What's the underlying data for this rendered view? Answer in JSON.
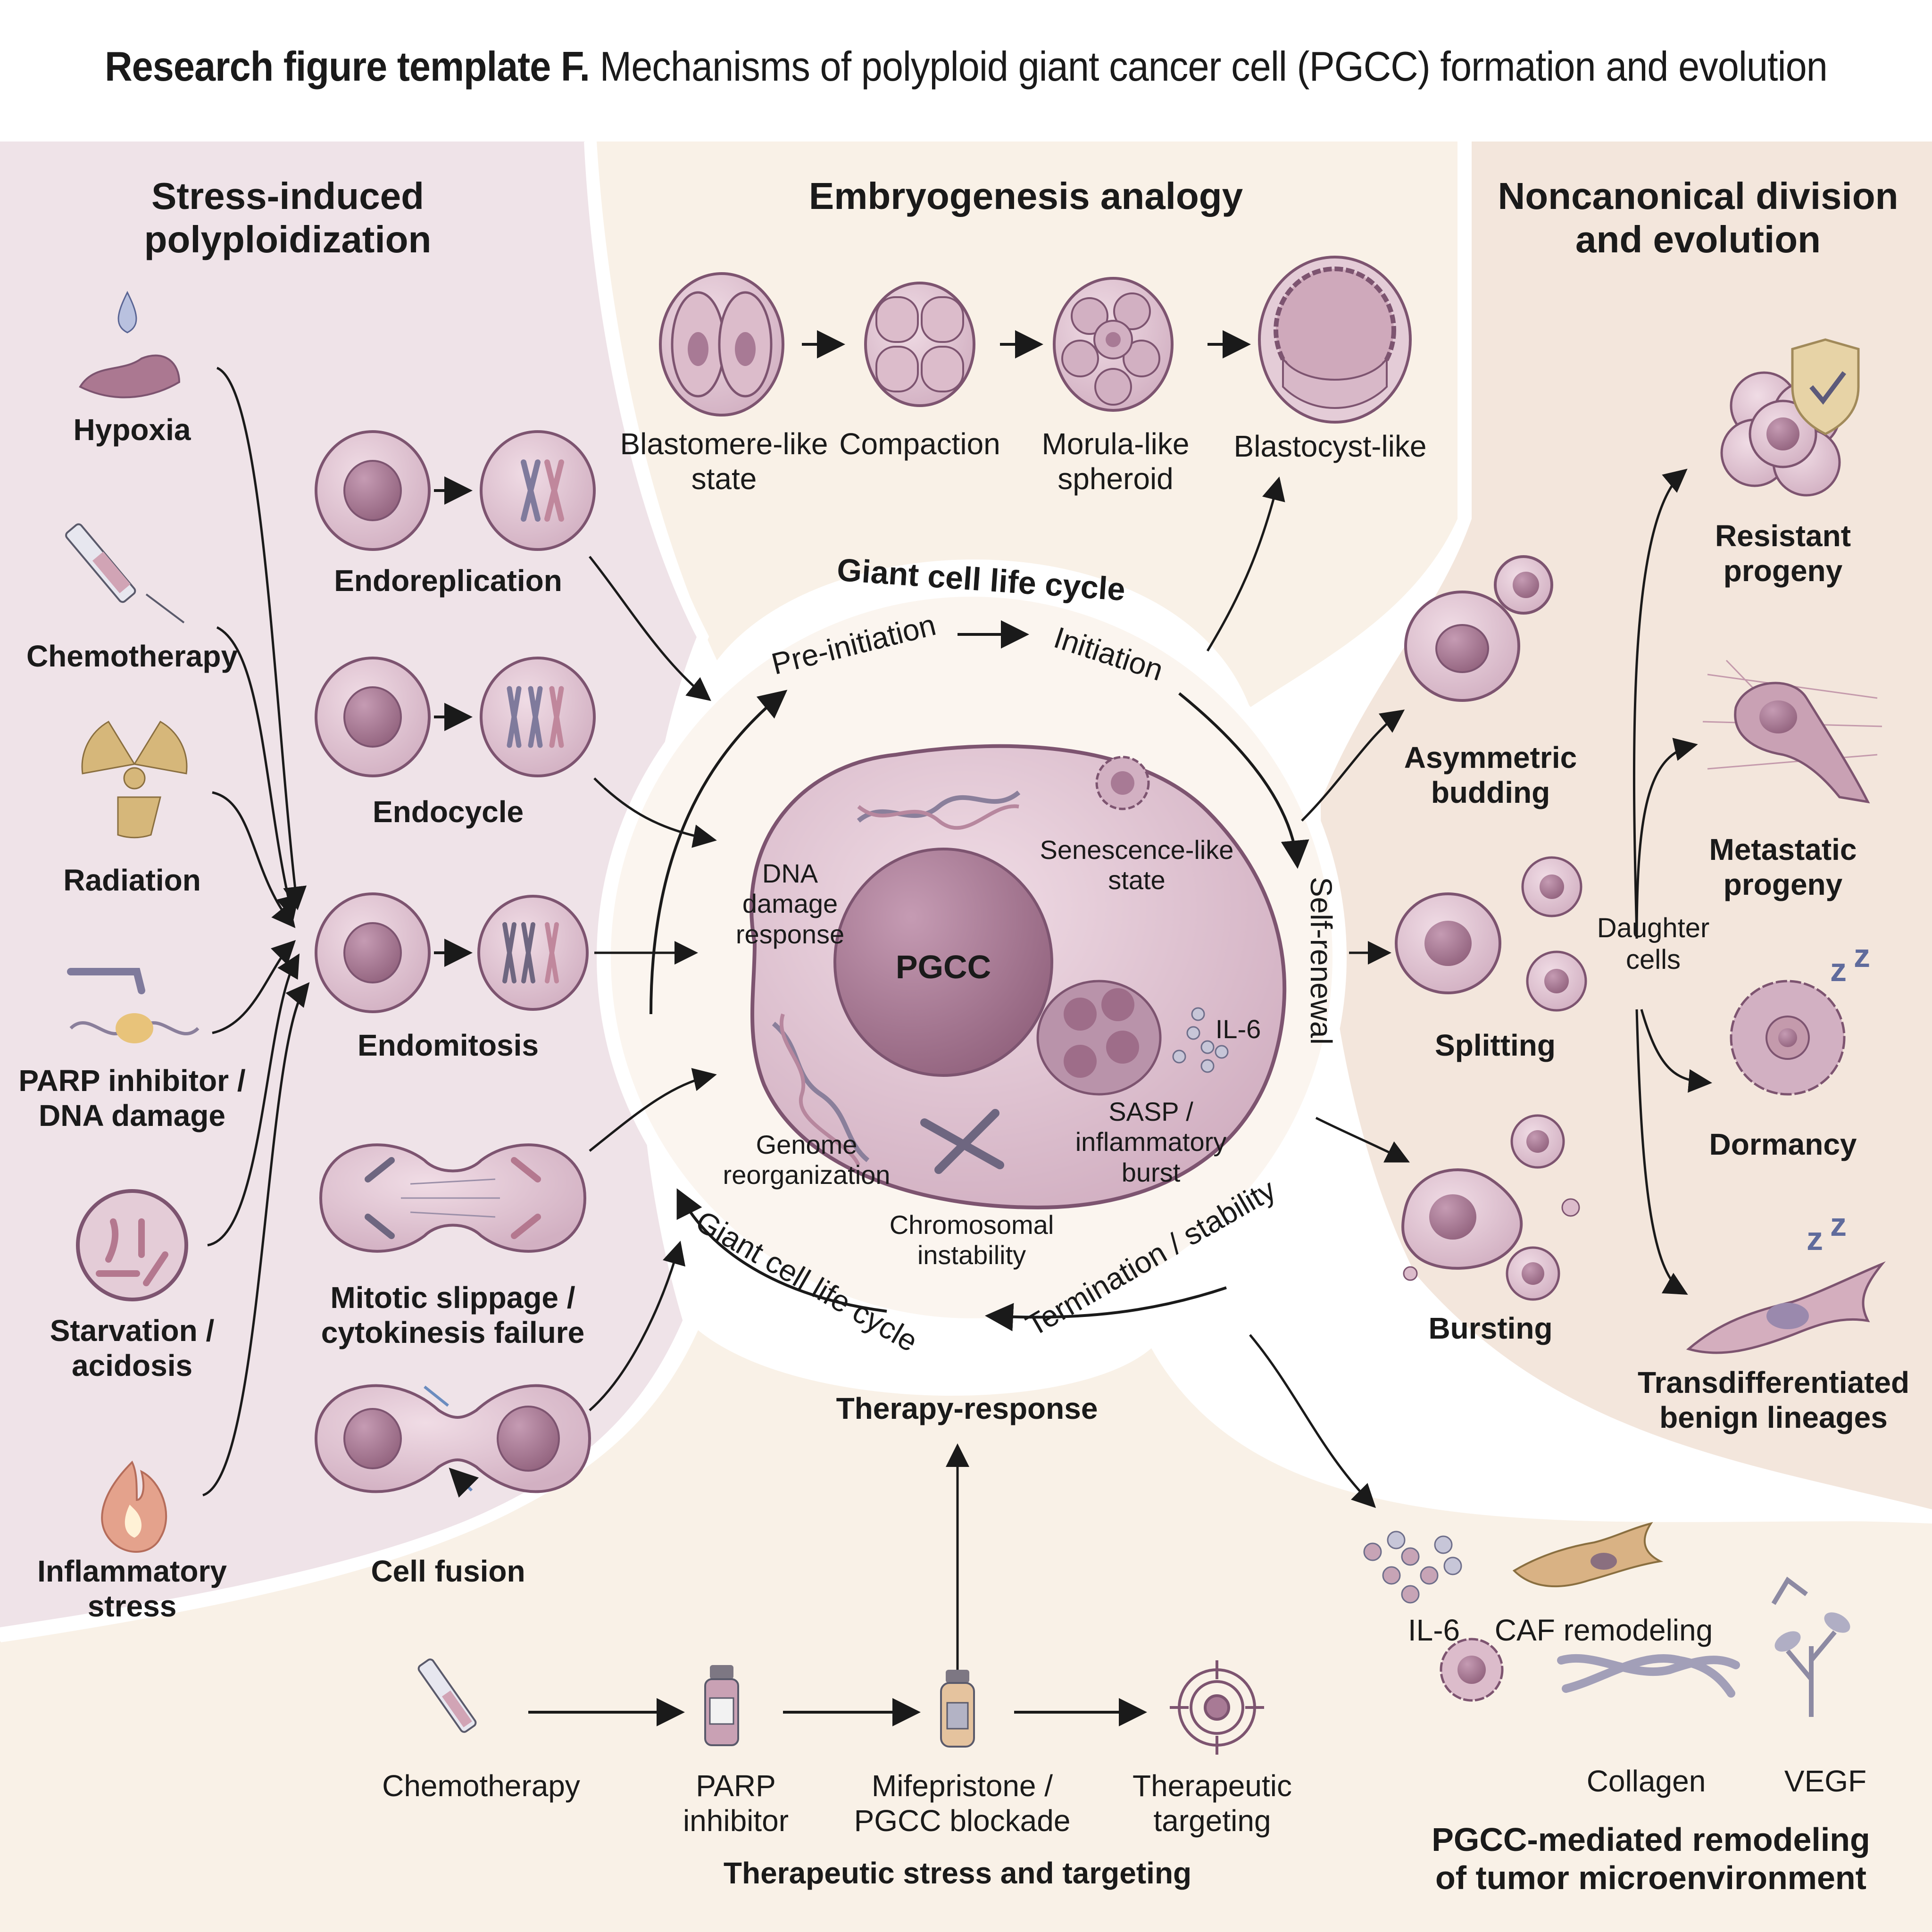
{
  "title": {
    "prefix": "Research figure template F.",
    "text": "Mechanisms of polyploid giant cancer cell (PGCC) formation and evolution"
  },
  "colors": {
    "left_panel": "#efe3e8",
    "center_panel": "#f9f1e7",
    "right_panel": "#f3e6dc",
    "cell_fill": "#dcbccb",
    "nucleus_fill": "#a87a95",
    "cell_stroke": "#7d5470",
    "arrow": "#1a1a1a",
    "chromosome_blue": "#7f7a9c",
    "chromosome_pink": "#c0879c",
    "radiation_gold": "#d6b77a",
    "shield_gold": "#e7d3a6"
  },
  "panels": {
    "stress": {
      "heading": "Stress-induced polyploidization",
      "stressors": [
        {
          "label": "Hypoxia",
          "icon": "water-drop-tissue-icon"
        },
        {
          "label": "Chemotherapy",
          "icon": "syringe-icon"
        },
        {
          "label": "Radiation",
          "icon": "radiation-icon"
        },
        {
          "label": "PARP inhibitor / DNA damage",
          "icon": "dna-damage-icon"
        },
        {
          "label": "Starvation / acidosis",
          "icon": "starved-cell-icon"
        },
        {
          "label": "Inflammatory stress",
          "icon": "flame-icon"
        }
      ],
      "mechanisms": [
        {
          "label": "Endoreplication"
        },
        {
          "label": "Endocycle"
        },
        {
          "label": "Endomitosis"
        },
        {
          "label": "Mitotic slippage / cytokinesis failure"
        },
        {
          "label": "Cell fusion"
        }
      ]
    },
    "embryo": {
      "heading": "Embryogenesis analogy",
      "stages": [
        {
          "label": "Blastomere-like state"
        },
        {
          "label": "Compaction"
        },
        {
          "label": "Morula-like spheroid"
        },
        {
          "label": "Blastocyst-like"
        }
      ]
    },
    "center": {
      "cycle_title": "Giant cell life cycle",
      "phases": [
        "Pre-initiation",
        "Initiation",
        "Self-renewal",
        "Termination / stability",
        "Giant cell life cycle"
      ],
      "pgcc_label": "PGCC",
      "features": [
        "DNA damage response",
        "Senescence-like state",
        "IL-6",
        "SASP / inflammatory burst",
        "Chromosomal instability",
        "Genome reorganization"
      ]
    },
    "division": {
      "heading": "Noncanonical division and evolution",
      "modes": [
        {
          "label": "Asymmetric budding"
        },
        {
          "label": "Splitting"
        },
        {
          "label": "Bursting"
        }
      ],
      "daughter_label": "Daughter cells",
      "fates": [
        {
          "label": "Resistant progeny"
        },
        {
          "label": "Metastatic progeny"
        },
        {
          "label": "Dormancy"
        },
        {
          "label": "Transdifferentiated benign lineages"
        }
      ]
    },
    "therapy": {
      "response_label": "Therapy-response",
      "steps": [
        {
          "label": "Chemotherapy"
        },
        {
          "label": "PARP inhibitor"
        },
        {
          "label": "Mifepristone / PGCC blockade"
        },
        {
          "label": "Therapeutic targeting"
        }
      ],
      "heading": "Therapeutic stress and targeting"
    },
    "tme": {
      "items": [
        {
          "label": "IL-6"
        },
        {
          "label": "CAF remodeling"
        },
        {
          "label": "Collagen"
        },
        {
          "label": "VEGF"
        }
      ],
      "heading": "PGCC-mediated remodeling of tumor microenvironment"
    }
  }
}
